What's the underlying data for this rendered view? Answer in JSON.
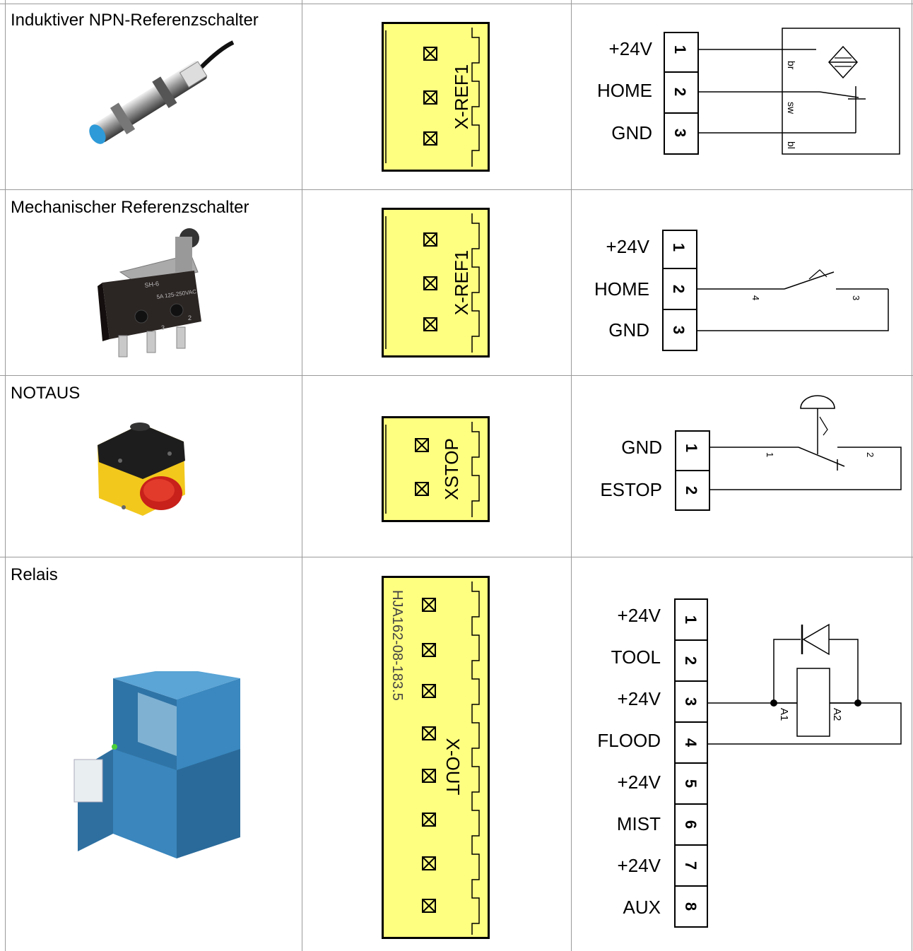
{
  "rows": [
    {
      "title": "Induktiver NPN-Referenzschalter",
      "connector": "X-REF1",
      "pins": [
        {
          "num": "1",
          "label": "+24V"
        },
        {
          "num": "2",
          "label": "HOME"
        },
        {
          "num": "3",
          "label": "GND"
        }
      ],
      "wire_labels": [
        "br",
        "sw",
        "bl"
      ]
    },
    {
      "title": "Mechanischer Referenzschalter",
      "connector": "X-REF1",
      "pins": [
        {
          "num": "1",
          "label": "+24V"
        },
        {
          "num": "2",
          "label": "HOME"
        },
        {
          "num": "3",
          "label": "GND"
        }
      ],
      "switch_terminals": [
        "4",
        "3"
      ],
      "product_markings": [
        "SH-6",
        "5A 125-250VAC",
        "3",
        "2"
      ]
    },
    {
      "title": "NOTAUS",
      "connector": "XSTOP",
      "pins": [
        {
          "num": "1",
          "label": "GND"
        },
        {
          "num": "2",
          "label": "ESTOP"
        }
      ],
      "switch_terminals": [
        "1",
        "2"
      ]
    },
    {
      "title": "Relais",
      "connector": "X-OUT",
      "connector_part": "HJA162-08-183.5",
      "pins": [
        {
          "num": "1",
          "label": "+24V"
        },
        {
          "num": "2",
          "label": "TOOL"
        },
        {
          "num": "3",
          "label": "+24V"
        },
        {
          "num": "4",
          "label": "FLOOD"
        },
        {
          "num": "5",
          "label": "+24V"
        },
        {
          "num": "6",
          "label": "MIST"
        },
        {
          "num": "7",
          "label": "+24V"
        },
        {
          "num": "8",
          "label": "AUX"
        }
      ],
      "coil_labels": [
        "A1",
        "A2"
      ]
    }
  ],
  "colors": {
    "connector_fill": "#fefe80",
    "grid_line": "#9a9a9a"
  }
}
